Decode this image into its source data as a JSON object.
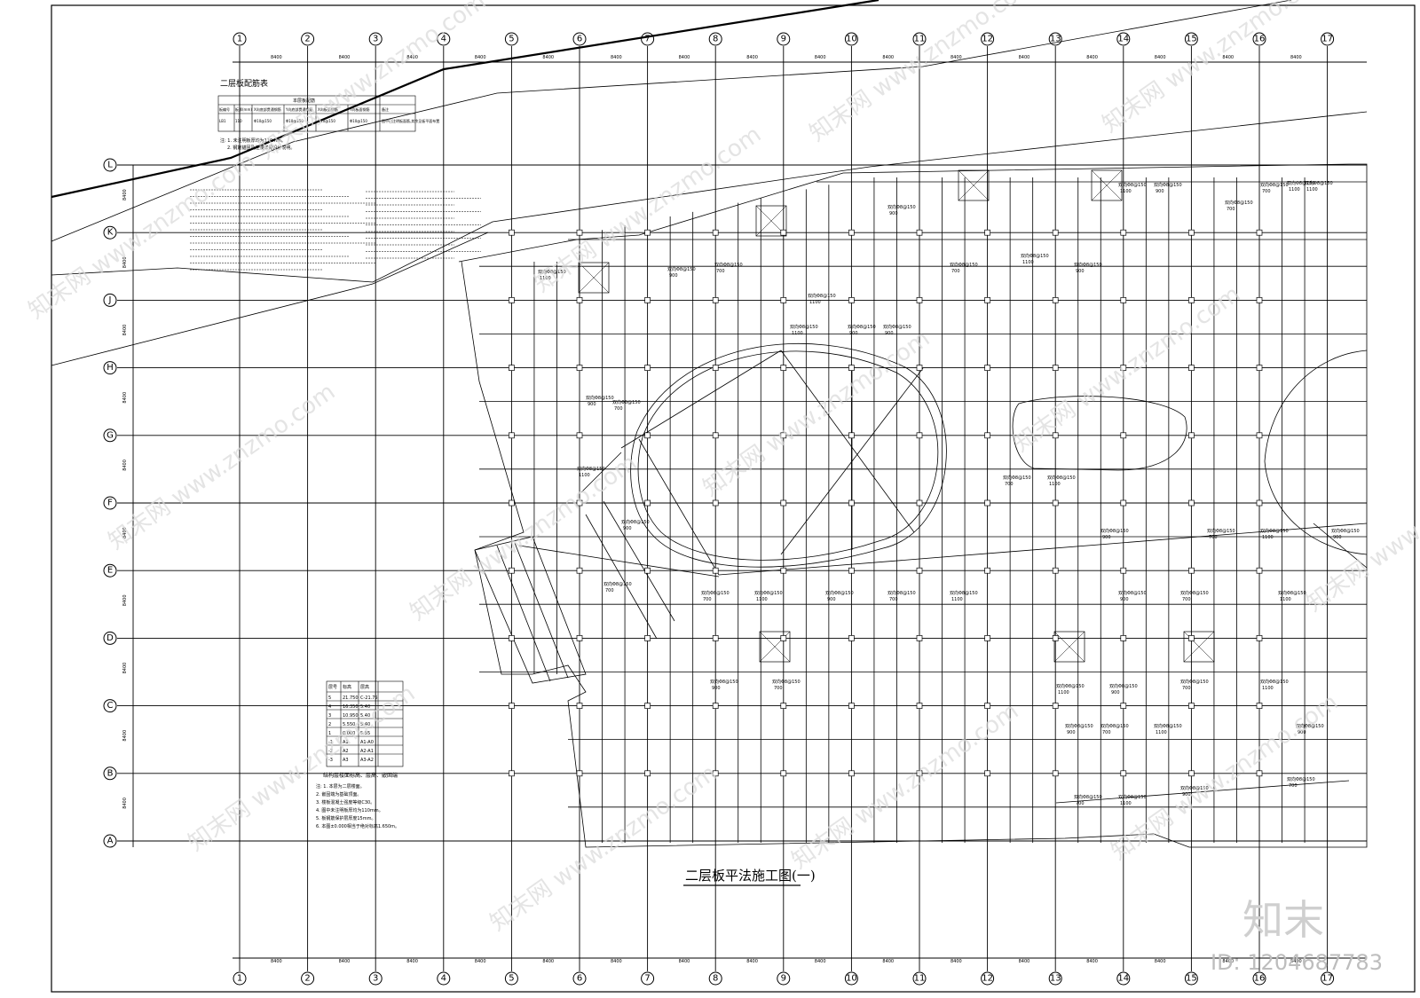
{
  "drawing": {
    "title": "二层板平法施工图(一)",
    "axes_columns": [
      "1",
      "2",
      "3",
      "4",
      "5",
      "6",
      "7",
      "8",
      "9",
      "10",
      "11",
      "12",
      "13",
      "14",
      "15",
      "16",
      "17"
    ],
    "axes_rows": [
      "L",
      "K",
      "J",
      "H",
      "G",
      "F",
      "E",
      "D",
      "C",
      "B",
      "A"
    ],
    "spacing_label": "8400",
    "rebar_table": {
      "title": "二层板配筋表",
      "group_header": "本层板配筋",
      "headers": [
        "板编号",
        "板厚(mm)",
        "X向底部贯通钢筋",
        "Y向底部贯通钢筋",
        "X向板面钢筋",
        "Y向板面钢筋",
        "备注"
      ],
      "row": [
        "LB1",
        "110",
        "Φ10@150",
        "Φ10@150",
        "Φ10@150",
        "Φ10@150",
        "图中已注明板面筋,其余见板平面布置"
      ],
      "notes": [
        "注: 1. 未注明板厚均为110mm。",
        "2. 钢筋锚固及连接详见设计说明。"
      ]
    },
    "elevation_table": {
      "title": "结构层楼面标高、层高、嵌固端",
      "headers": [
        "层号",
        "标高",
        "层高"
      ],
      "rows": [
        [
          "5",
          "21.750",
          "C-21.75"
        ],
        [
          "4",
          "16.350",
          "5.40"
        ],
        [
          "3",
          "10.950",
          "5.40"
        ],
        [
          "2",
          "5.550",
          "5.40"
        ],
        [
          "1",
          "0.000",
          "5.55"
        ],
        [
          "-1",
          "A1",
          "A1-A0"
        ],
        [
          "-2",
          "A2",
          "A2-A1"
        ],
        [
          "-3",
          "A3",
          "A3-A2"
        ]
      ],
      "notes": [
        "注: 1. 本层为二层楼面。",
        "2. 嵌固端为基础顶面。",
        "3. 楼板混凝土强度等级C30。",
        "4. 图中未注明板厚均为110mm。",
        "5. 板钢筋保护层厚度15mm。",
        "6. 本图±0.000相当于绝对标高1.650m。"
      ]
    },
    "annotation_labels": {
      "slab_rebar": "双向Φ8@150",
      "dim_a": "1100",
      "dim_b": "900",
      "dim_c": "700"
    }
  },
  "watermark": {
    "site": "知末网 www.znzmo.com",
    "logo": "知末",
    "id": "ID: 1204687783"
  }
}
